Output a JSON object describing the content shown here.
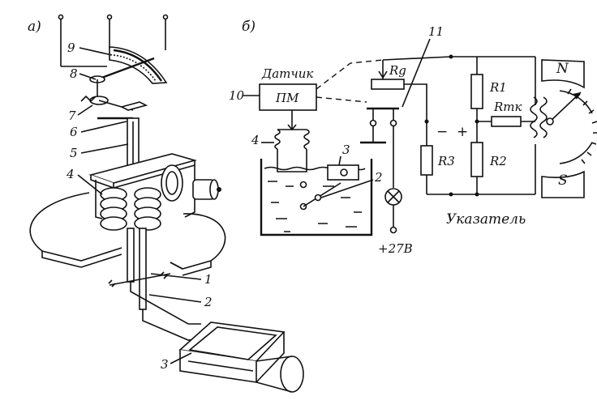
{
  "panel_a": {
    "label": "а)",
    "callouts": [
      "9",
      "8",
      "7",
      "6",
      "5",
      "4",
      "1",
      "2",
      "3"
    ]
  },
  "panel_b": {
    "label": "б)",
    "sensor_title": "Датчик",
    "pm_label": "ПМ",
    "block_number": "10",
    "bellows_number": "4",
    "wire_number": "11",
    "resistors": {
      "rg": "Rg",
      "r1": "R1",
      "r2": "R2",
      "r3": "R3",
      "rtk": "Rтк"
    },
    "polarity": {
      "minus": "−",
      "plus": "+"
    },
    "float_labels": [
      "3",
      "2"
    ],
    "supply": "+27В",
    "indicator_title": "Указатель",
    "pole_n": "N",
    "pole_s": "S"
  }
}
